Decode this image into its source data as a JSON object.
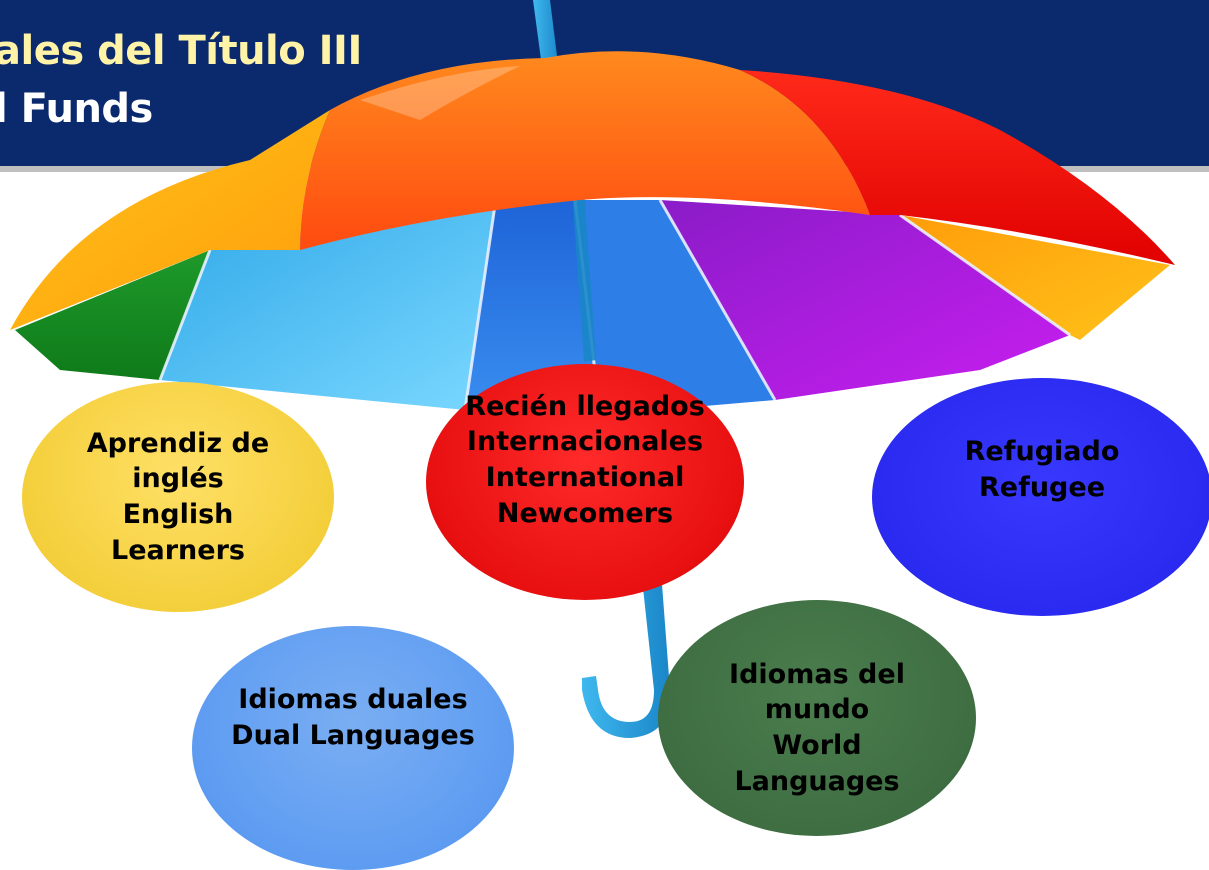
{
  "header": {
    "title_line1": "ales del Título III",
    "title_line2": "l Funds"
  },
  "colors": {
    "header_background": "#0b2a6e",
    "title_line1": "#fff3a8",
    "title_line2": "#ffffff"
  },
  "umbrella_icon": "umbrella-icon",
  "bubbles": {
    "english_learners": {
      "lines": [
        "Aprendiz de",
        "inglés",
        "English",
        "Learners"
      ],
      "color": "#f4cf3c"
    },
    "newcomers": {
      "lines": [
        "Recién llegados",
        "Internacionales",
        "International",
        "Newcomers"
      ],
      "color": "#e81010"
    },
    "refugee": {
      "lines": [
        "Refugiado",
        "Refugee"
      ],
      "color": "#2a2af0"
    },
    "dual_languages": {
      "lines": [
        "Idiomas duales",
        "Dual Languages"
      ],
      "color": "#5e9cf2"
    },
    "world_languages": {
      "lines": [
        "Idiomas del",
        "mundo",
        "World",
        "Languages"
      ],
      "color": "#3e6e42"
    }
  }
}
